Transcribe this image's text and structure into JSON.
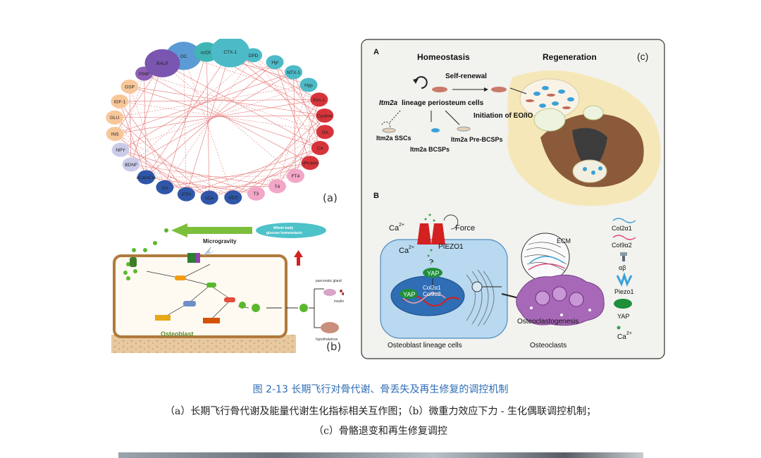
{
  "panel_a": {
    "tag": "(a)",
    "nodes": [
      {
        "label": "OC",
        "color": "#5b9bd5"
      },
      {
        "label": "ucOC",
        "color": "#3fb5b5"
      },
      {
        "label": "CTX-1",
        "color": "#4dbac7"
      },
      {
        "label": "DPD",
        "color": "#4dbac7"
      },
      {
        "label": "Hyl",
        "color": "#4dbac7"
      },
      {
        "label": "NTX-1",
        "color": "#4dbac7"
      },
      {
        "label": "Hyp",
        "color": "#4dbac7"
      },
      {
        "label": "Kim-1",
        "color": "#d6343a"
      },
      {
        "label": "Cystine",
        "color": "#d6343a"
      },
      {
        "label": "OA",
        "color": "#d6343a"
      },
      {
        "label": "CA",
        "color": "#d6343a"
      },
      {
        "label": "uProtein",
        "color": "#d6343a"
      },
      {
        "label": "FT4",
        "color": "#f2a6c8"
      },
      {
        "label": "T4",
        "color": "#f2a6c8"
      },
      {
        "label": "T3",
        "color": "#f2a6c8"
      },
      {
        "label": "VD3",
        "color": "#2f56a8"
      },
      {
        "label": "uCa",
        "color": "#2f56a8"
      },
      {
        "label": "PTH",
        "color": "#2f56a8"
      },
      {
        "label": "Ca",
        "color": "#2f56a8"
      },
      {
        "label": "uCa/uCre",
        "color": "#2f56a8"
      },
      {
        "label": "BDNF",
        "color": "#c9cbe8"
      },
      {
        "label": "NPY",
        "color": "#c9cbe8"
      },
      {
        "label": "INS",
        "color": "#f7c79a"
      },
      {
        "label": "GLU",
        "color": "#f7c79a"
      },
      {
        "label": "IGF-1",
        "color": "#f7c79a"
      },
      {
        "label": "GSP",
        "color": "#f7c79a"
      },
      {
        "label": "PINP",
        "color": "#8e5fb5"
      },
      {
        "label": "BALP",
        "color": "#7a56b0"
      }
    ]
  },
  "panel_b": {
    "tag": "(b)",
    "microgravity": "Microgravity",
    "bubble": "Whole body glucose homeostasis",
    "osteoblast": "Osteoblast",
    "pancreatic": "pancreatic gland",
    "insulin": "insulin",
    "hypothalamus": "hypothalamus"
  },
  "panel_c": {
    "tag": "(c)",
    "section_a": "A",
    "homeostasis": "Homeostasis",
    "regeneration": "Regeneration",
    "self_renewal": "Self-renewal",
    "lineage_italic": "Itm2a",
    "lineage_rest": " lineage periosteum cells",
    "initiation": "Initiation of EO/IO",
    "ssc": "Itm2a SSCs",
    "bcsp": "Itm2a BCSPs",
    "pre_bcsp": "Itm2a Pre-BCSPs",
    "section_b": "B",
    "ca": "Ca",
    "ca_sup": "2+",
    "force": "Force",
    "piezo": "PIEZO1",
    "question": "?",
    "yap": "YAP",
    "col2": "Col2α1",
    "col9": "Col9α2",
    "ecm": "ECM",
    "osteoclastogenesis": "Osteoclastogenesis",
    "osteoblast_lineage": "Osteoblast lineage cells",
    "osteoclasts": "Osteoclasts",
    "legend": {
      "col2": "Col2α1",
      "col9": "Col9α2",
      "ab": "αβ",
      "piezo1": "Piezo1",
      "yap": "YAP",
      "ca": "Ca",
      "ca_sup": "2+"
    }
  },
  "caption": {
    "title": "图 2-13 长期飞行对骨代谢、骨丢失及再生修复的调控机制",
    "line1": "（a）长期飞行骨代谢及能量代谢生化指标相关互作图；（b）微重力效应下力 - 生化偶联调控机制；",
    "line2": "（c）骨骼退变和再生修复调控"
  }
}
